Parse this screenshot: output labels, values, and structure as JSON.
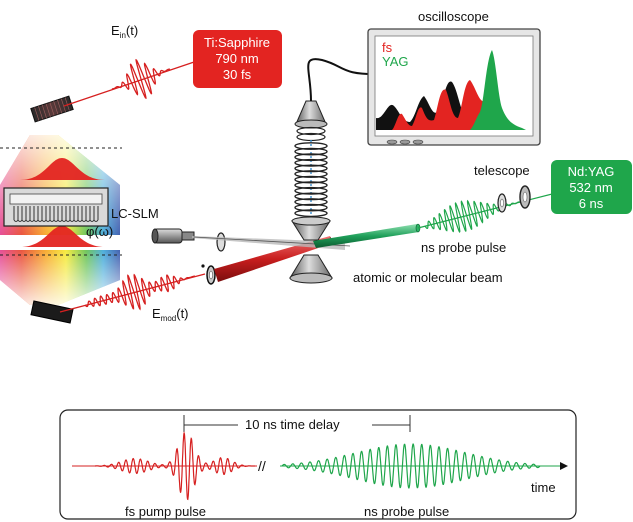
{
  "labels": {
    "ein_main": "E",
    "ein_sub": "in",
    "ein_tail": "(t)",
    "emod_main": "E",
    "emod_sub": "mod",
    "emod_tail": "(t)",
    "lcslm": "LC-SLM",
    "phase": "φ(ω)",
    "oscilloscope": "oscilloscope",
    "telescope": "telescope",
    "ns_probe_pulse": "ns probe pulse",
    "beam": "atomic or molecular beam"
  },
  "ti_box": {
    "line1": "Ti:Sapphire",
    "line2": "790 nm",
    "line3": "30 fs",
    "color": "#e32421"
  },
  "nd_box": {
    "line1": "Nd:YAG",
    "line2": "532 nm",
    "line3": "6 ns",
    "color": "#1fa64b"
  },
  "scope_legend": {
    "fs": "fs",
    "yag": "YAG",
    "fs_color": "#e32421",
    "yag_color": "#1fa64b"
  },
  "timing": {
    "delay": "10 ns time delay",
    "time": "time",
    "fs_pump": "fs pump pulse",
    "ns_probe": "ns probe pulse",
    "break_mark": "//"
  }
}
